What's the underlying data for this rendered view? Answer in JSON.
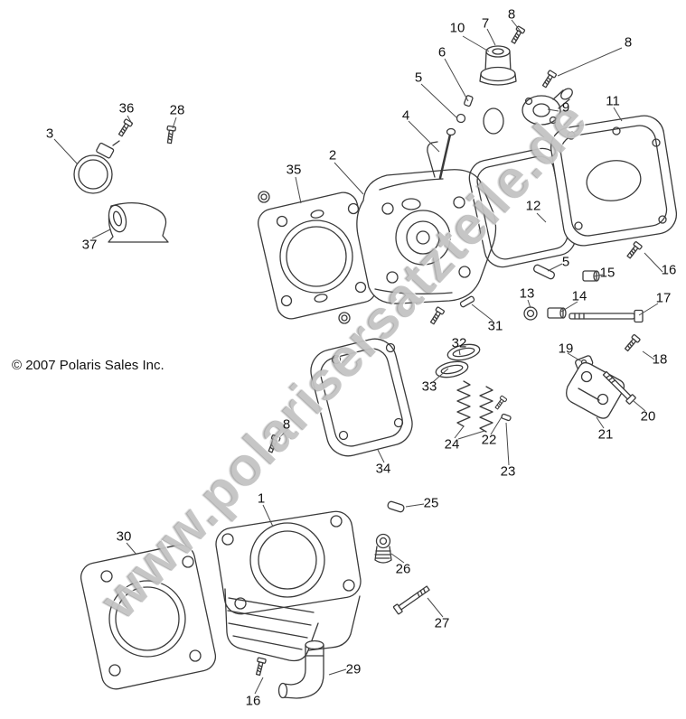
{
  "watermark": {
    "text": "www.polarisersatzteile.de",
    "color": "#949494"
  },
  "copyright": "© 2007 Polaris Sales Inc.",
  "colors": {
    "line": "#3a3a3a",
    "background": "#ffffff",
    "label_text": "#121212"
  },
  "callouts": [
    "8",
    "7",
    "10",
    "6",
    "8",
    "5",
    "11",
    "9",
    "4",
    "36",
    "28",
    "3",
    "2",
    "35",
    "12",
    "37",
    "5",
    "15",
    "16",
    "13",
    "14",
    "17",
    "31",
    "32",
    "19",
    "18",
    "33",
    "20",
    "21",
    "22",
    "24",
    "8",
    "23",
    "34",
    "1",
    "25",
    "30",
    "26",
    "27",
    "29",
    "16"
  ]
}
